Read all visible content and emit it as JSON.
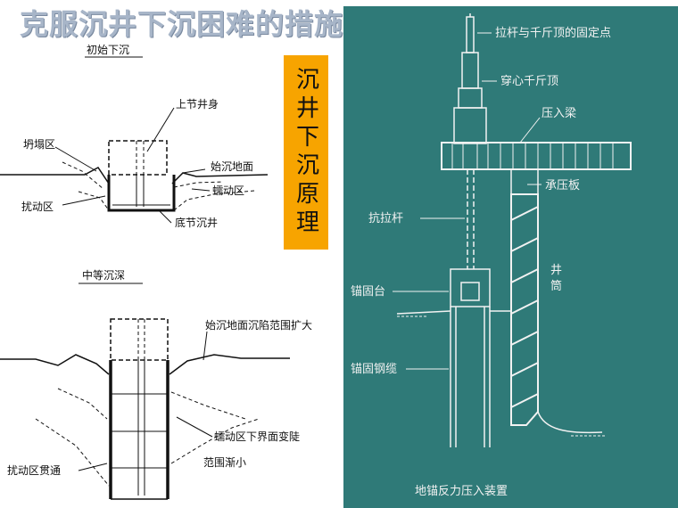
{
  "title": "克服沉井下沉困难的措施",
  "side_title": "沉井下沉原理",
  "left_top": {
    "heading": "初始下沉",
    "labels": {
      "upper_shaft": "上节井身",
      "collapse_zone": "坍塌区",
      "initial_ground": "始沉地面",
      "creep_zone": "蠕动区",
      "disturb_zone": "扰动区",
      "bottom_well": "底节沉井"
    }
  },
  "left_bottom": {
    "heading": "中等沉深",
    "labels": {
      "subsidence_expand": "始沉地面沉陷范围扩大",
      "creep_boundary": "蠕动区下界面变陡",
      "range_smaller": "范围渐小",
      "disturb_through": "扰动区贯通"
    }
  },
  "right": {
    "labels": {
      "fixed_point": "拉杆与千斤顶的固定点",
      "jack": "穿心千斤顶",
      "press_beam": "压入梁",
      "bearing_plate": "承压板",
      "tie_rod": "抗拉杆",
      "anchor_base": "锚固台",
      "shaft_wall": "井筒",
      "anchor_cable": "锚固钢缆",
      "caption": "地锚反力压入装置"
    },
    "panel_color": "#2f7a78"
  }
}
